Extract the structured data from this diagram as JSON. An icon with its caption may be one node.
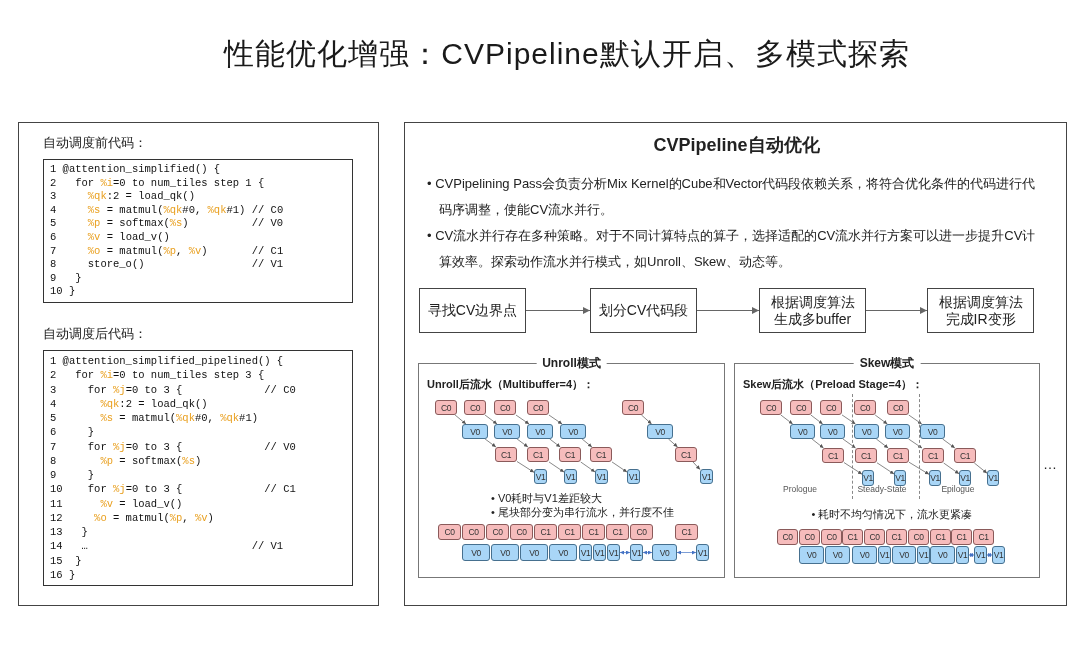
{
  "diagram": {
    "title": "性能优化增强：CVPipeline默认开启、多模式探索",
    "nodes": [
      {
        "text": [],
        "shape": "box"
      },
      {
        "text": [
          "自动调度前代码：",
          "1 @attention_simplified() {",
          "2   for %i=0 to num_tiles step 1 {",
          "3     %qk:2 = load_qk()",
          "4     %s = matmul(%qk#0, %qk#1) // C0",
          "5     %p = softmax(%s)          // V0",
          "6     %v = load_v()",
          "7     %o = matmul(%p, %v)       // C1",
          "8     store_o()                 // V1",
          "9   }",
          "10 }"
        ],
        "in": 0
      },
      {
        "text": [
          "自动调度后代码：",
          "1 @attention_simplified_pipelined() {",
          "2   for %i=0 to num_tiles step 3 {",
          "3     for %j=0 to 3 {             // C0",
          "4       %qk:2 = load_qk()",
          "5       %s = matmul(%qk#0, %qk#1)",
          "6     }",
          "7     for %j=0 to 3 {             // V0",
          "8       %p = softmax(%s)",
          "9     }",
          "10    for %j=0 to 3 {             // C1",
          "11      %v = load_v()",
          "12     %o = matmul(%p, %v)",
          "13   }",
          "14   …                          // V1",
          "15  }",
          "16 }"
        ],
        "in": 0
      },
      {
        "text": [
          "CVPipeline自动优化",
          "• CVPipelining Pass会负责分析Mix Kernel的Cube和Vector代码段依赖关系，将符合优化条件的代码进行代码序调整，使能CV流水并行。",
          "• CV流水并行存在多种策略。对于不同计算特点的算子，选择适配的CV流水并行方案可以进一步提升CV计算效率。探索动作流水并行模式，如Unroll、Skew、动态等。"
        ]
      },
      {
        "text": [
          "寻找CV边界点"
        ],
        "in": 3
      },
      {
        "text": [
          "划分CV代码段"
        ],
        "in": 3
      },
      {
        "text": [
          "根据调度算法生成多buffer"
        ],
        "in": 3
      },
      {
        "text": [
          "根据调度算法完成IR变形"
        ],
        "in": 3
      },
      {
        "text": [
          "Unroll模式",
          "Unroll后流水（Multibuffer=4）：",
          "• V0耗时与V1差距较大",
          "• 尾块部分变为串行流水，并行度不佳"
        ],
        "in": 3
      },
      {
        "text": [
          "C0"
        ],
        "in": 8
      },
      {
        "text": [
          "C0"
        ],
        "in": 8
      },
      {
        "text": [
          "C0"
        ],
        "in": 8
      },
      {
        "text": [
          "C0"
        ],
        "in": 8
      },
      {
        "text": [
          "C0"
        ],
        "in": 8
      },
      {
        "text": [
          "V0"
        ],
        "in": 8
      },
      {
        "text": [
          "V0"
        ],
        "in": 8
      },
      {
        "text": [
          "V0"
        ],
        "in": 8
      },
      {
        "text": [
          "V0"
        ],
        "in": 8
      },
      {
        "text": [
          "V0"
        ],
        "in": 8
      },
      {
        "text": [
          "C1"
        ],
        "in": 8
      },
      {
        "text": [
          "C1"
        ],
        "in": 8
      },
      {
        "text": [
          "C1"
        ],
        "in": 8
      },
      {
        "text": [
          "C1"
        ],
        "in": 8
      },
      {
        "text": [
          "C1"
        ],
        "in": 8
      },
      {
        "text": [
          "V1"
        ],
        "in": 8
      },
      {
        "text": [
          "V1"
        ],
        "in": 8
      },
      {
        "text": [
          "V1"
        ],
        "in": 8
      },
      {
        "text": [
          "V1"
        ],
        "in": 8
      },
      {
        "text": [
          "V1"
        ],
        "in": 8
      },
      {
        "text": [
          "C0"
        ],
        "in": 8
      },
      {
        "text": [
          "C0"
        ],
        "in": 8
      },
      {
        "text": [
          "C0"
        ],
        "in": 8
      },
      {
        "text": [
          "C0"
        ],
        "in": 8
      },
      {
        "text": [
          "C1"
        ],
        "in": 8
      },
      {
        "text": [
          "C1"
        ],
        "in": 8
      },
      {
        "text": [
          "C1"
        ],
        "in": 8
      },
      {
        "text": [
          "C1"
        ],
        "in": 8
      },
      {
        "text": [
          "C0"
        ],
        "in": 8
      },
      {
        "text": [
          "C1"
        ],
        "in": 8
      },
      {
        "text": [
          "V0"
        ],
        "in": 8
      },
      {
        "text": [
          "V0"
        ],
        "in": 8
      },
      {
        "text": [
          "V0"
        ],
        "in": 8
      },
      {
        "text": [
          "V0"
        ],
        "in": 8
      },
      {
        "text": [
          "V1"
        ],
        "in": 8
      },
      {
        "text": [
          "V1"
        ],
        "in": 8
      },
      {
        "text": [
          "V1"
        ],
        "in": 8
      },
      {
        "text": [
          "V1"
        ],
        "in": 8
      },
      {
        "text": [
          "V0"
        ],
        "in": 8
      },
      {
        "text": [
          "V1"
        ],
        "in": 8
      },
      {
        "text": [
          "Skew模式",
          "Skew后流水（Preload Stage=4）：",
          "• 耗时不均匀情况下，流水更紧凑"
        ],
        "in": 3
      },
      {
        "text": [
          "C0"
        ],
        "in": 49
      },
      {
        "text": [
          "C0"
        ],
        "in": 49
      },
      {
        "text": [
          "C0"
        ],
        "in": 49
      },
      {
        "text": [
          "C0"
        ],
        "in": 49
      },
      {
        "text": [
          "C0"
        ],
        "in": 49
      },
      {
        "text": [
          "V0"
        ],
        "in": 49
      },
      {
        "text": [
          "V0"
        ],
        "in": 49
      },
      {
        "text": [
          "V0"
        ],
        "in": 49
      },
      {
        "text": [
          "V0"
        ],
        "in": 49
      },
      {
        "text": [
          "V0"
        ],
        "in": 49
      },
      {
        "text": [
          "C1"
        ],
        "in": 49
      },
      {
        "text": [
          "C1"
        ],
        "in": 49
      },
      {
        "text": [
          "C1"
        ],
        "in": 49
      },
      {
        "text": [
          "C1"
        ],
        "in": 49
      },
      {
        "text": [
          "C1"
        ],
        "in": 49
      },
      {
        "text": [
          "V1"
        ],
        "in": 49
      },
      {
        "text": [
          "V1"
        ],
        "in": 49
      },
      {
        "text": [
          "V1"
        ],
        "in": 49
      },
      {
        "text": [
          "V1"
        ],
        "in": 49
      },
      {
        "text": [
          "V1"
        ],
        "in": 49
      },
      {
        "text": [
          "C0"
        ],
        "in": 49
      },
      {
        "text": [
          "C0"
        ],
        "in": 49
      },
      {
        "text": [
          "C0"
        ],
        "in": 49
      },
      {
        "text": [
          "C1"
        ],
        "in": 49
      },
      {
        "text": [
          "C0"
        ],
        "in": 49
      },
      {
        "text": [
          "C1"
        ],
        "in": 49
      },
      {
        "text": [
          "C0"
        ],
        "in": 49
      },
      {
        "text": [
          "C1"
        ],
        "in": 49
      },
      {
        "text": [
          "C1"
        ],
        "in": 49
      },
      {
        "text": [
          "C1"
        ],
        "in": 49
      },
      {
        "text": [
          "V0"
        ],
        "in": 49
      },
      {
        "text": [
          "V0"
        ],
        "in": 49
      },
      {
        "text": [
          "V0"
        ],
        "in": 49
      },
      {
        "text": [
          "V1"
        ],
        "in": 49
      },
      {
        "text": [
          "V0"
        ],
        "in": 49
      },
      {
        "text": [
          "V1"
        ],
        "in": 49
      },
      {
        "text": [
          "V0"
        ],
        "in": 49
      },
      {
        "text": [
          "V1"
        ],
        "in": 49
      },
      {
        "text": [
          "V1"
        ],
        "in": 49
      },
      {
        "text": [
          "V1"
        ],
        "in": 49
      }
    ],
    "edges": [
      {
        "from": 4,
        "to": 5,
        "arrow": "to"
      },
      {
        "from": 5,
        "to": 6,
        "arrow": "to"
      },
      {
        "from": 6,
        "to": 7,
        "arrow": "to"
      },
      {
        "from": 9,
        "to": 14,
        "arrow": "to"
      },
      {
        "from": 10,
        "to": 15,
        "arrow": "to"
      },
      {
        "from": 11,
        "to": 16,
        "arrow": "to"
      },
      {
        "from": 12,
        "to": 17,
        "arrow": "to"
      },
      {
        "from": 13,
        "to": 18,
        "arrow": "to"
      },
      {
        "from": 14,
        "to": 19,
        "arrow": "to"
      },
      {
        "from": 15,
        "to": 20,
        "arrow": "to"
      },
      {
        "from": 16,
        "to": 21,
        "arrow": "to"
      },
      {
        "from": 17,
        "to": 22,
        "arrow": "to"
      },
      {
        "from": 18,
        "to": 23,
        "arrow": "to"
      },
      {
        "from": 19,
        "to": 24,
        "arrow": "to"
      },
      {
        "from": 20,
        "to": 25,
        "arrow": "to"
      },
      {
        "from": 21,
        "to": 26,
        "arrow": "to"
      },
      {
        "from": 22,
        "to": 27,
        "arrow": "to"
      },
      {
        "from": 23,
        "to": 28,
        "arrow": "to"
      },
      {
        "from": 45,
        "to": 46,
        "arrow": "both",
        "color": "#4472c4"
      },
      {
        "from": 46,
        "to": 47,
        "arrow": "both",
        "color": "#4472c4"
      },
      {
        "from": 47,
        "to": 48,
        "arrow": "both",
        "color": "#4472c4"
      },
      {
        "from": 50,
        "to": 55,
        "arrow": "to"
      },
      {
        "from": 51,
        "to": 56,
        "arrow": "to"
      },
      {
        "from": 52,
        "to": 57,
        "arrow": "to"
      },
      {
        "from": 53,
        "to": 58,
        "arrow": "to"
      },
      {
        "from": 54,
        "to": 59,
        "arrow": "to"
      },
      {
        "from": 55,
        "to": 60,
        "arrow": "to"
      },
      {
        "from": 56,
        "to": 61,
        "arrow": "to"
      },
      {
        "from": 57,
        "to": 62,
        "arrow": "to"
      },
      {
        "from": 58,
        "to": 63,
        "arrow": "to"
      },
      {
        "from": 59,
        "to": 64,
        "arrow": "to"
      },
      {
        "from": 60,
        "to": 65,
        "arrow": "to"
      },
      {
        "from": 61,
        "to": 66,
        "arrow": "to"
      },
      {
        "from": 62,
        "to": 67,
        "arrow": "to"
      },
      {
        "from": 63,
        "to": 68,
        "arrow": "to"
      },
      {
        "from": 64,
        "to": 69,
        "arrow": "to"
      },
      {
        "from": 87,
        "to": 88,
        "arrow": "both",
        "color": "#4472c4"
      },
      {
        "from": 88,
        "to": 89,
        "arrow": "both",
        "color": "#4472c4"
      }
    ],
    "labels": [
      "Prologue",
      "Steady-State",
      "Epilogue",
      "…"
    ]
  }
}
